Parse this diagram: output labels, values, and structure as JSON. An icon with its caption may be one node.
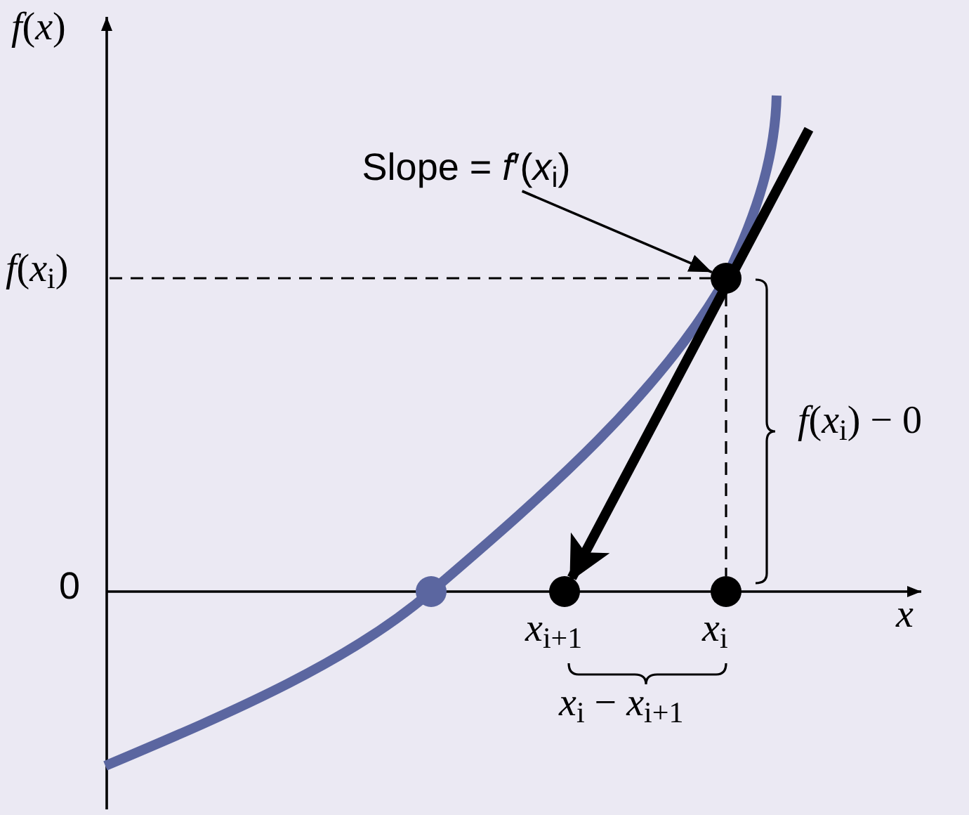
{
  "diagram": {
    "nodes": [
      {
        "text": [
          "Slope = *f*′(*x*$_{i}$)"
        ]
      },
      {
        "text": [],
        "shape": "circle"
      },
      {
        "text": [],
        "shape": "circle",
        "beside": [
          "*x*$_{i+1}$"
        ]
      },
      {
        "text": [],
        "shape": "circle",
        "beside": [
          "*x*$_{i}$"
        ]
      }
    ],
    "edges": [
      {
        "from": 0,
        "to": 1,
        "arrow": "to"
      },
      {
        "from": null,
        "to": 2,
        "arrow": "to",
        "style": "thick"
      },
      {
        "from": 1,
        "to": 3,
        "arrow": "none",
        "style": "dashed"
      }
    ],
    "labels": [
      "*f*(*x*)",
      "*f*(*x*$_{i}$)",
      "*f*(*x*$_{i}$) − 0",
      "0",
      "*x*",
      "*x*$_{i}$ − *x*$_{i+1}$"
    ]
  }
}
